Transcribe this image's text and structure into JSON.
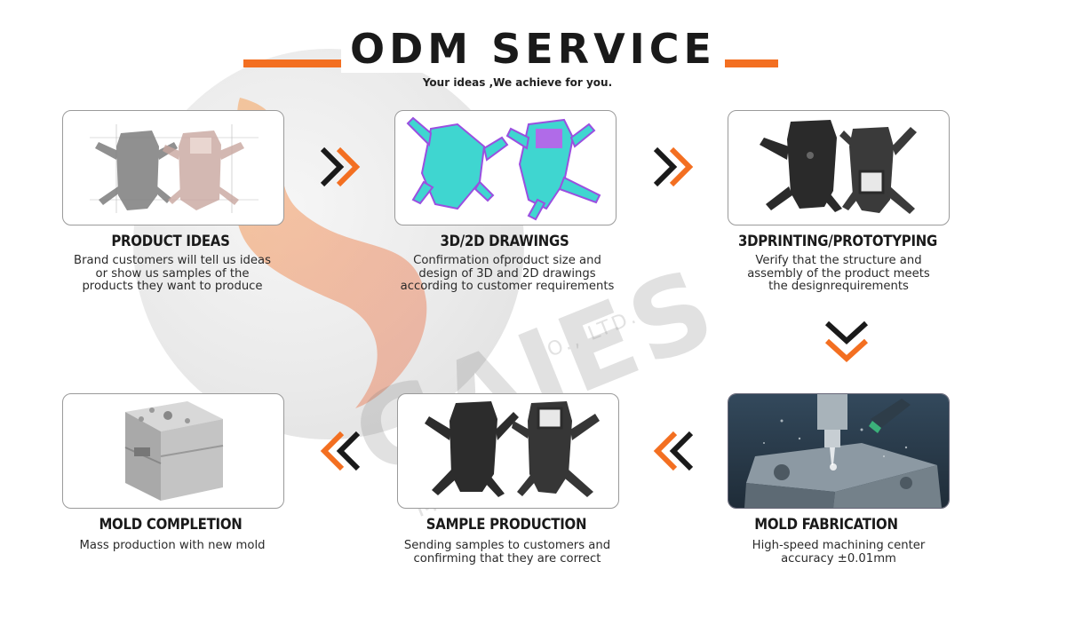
{
  "header": {
    "title": "ODM SERVICE",
    "subtitle": "Your ideas ,We achieve for you."
  },
  "watermark": {
    "logo": "GAJES",
    "subtext": "MOLD",
    "ltd": "O., LTD."
  },
  "colors": {
    "accent": "#f36f21",
    "dark": "#1a1a1a",
    "teal": "#3fd6d0",
    "purple": "#9a4fe0"
  },
  "steps": [
    {
      "title": "PRODUCT IDEAS",
      "desc": [
        "Brand customers will tell us ideas",
        "or show us samples of the",
        "products they want to produce"
      ],
      "image": "sketch-drone-parts"
    },
    {
      "title": "3D/2D DRAWINGS",
      "desc": [
        "Confirmation ofproduct size and",
        "design of 3D and 2D drawings",
        "according to customer requirements"
      ],
      "image": "cad-drone-parts"
    },
    {
      "title": "3DPRINTING/PROTOTYPING",
      "desc": [
        "Verify that the structure and",
        "assembly of the product meets",
        "the designrequirements"
      ],
      "image": "printed-drone-parts"
    },
    {
      "title": "MOLD FABRICATION",
      "desc": [
        "High-speed machining center",
        "accuracy ±0.01mm"
      ],
      "image": "cnc-machining"
    },
    {
      "title": "SAMPLE PRODUCTION",
      "desc": [
        "Sending samples to customers and",
        "confirming that they are correct"
      ],
      "image": "sample-drone-parts"
    },
    {
      "title": "MOLD COMPLETION",
      "desc": [
        "Mass production with new mold"
      ],
      "image": "steel-mold"
    }
  ],
  "arrows": [
    "chevron-right-icon",
    "chevron-right-icon",
    "chevron-down-icon",
    "chevron-left-icon",
    "chevron-left-icon"
  ]
}
